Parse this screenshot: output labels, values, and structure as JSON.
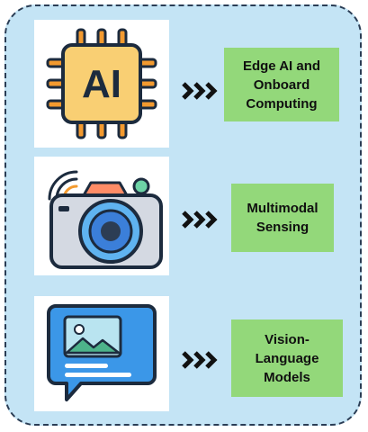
{
  "items": [
    {
      "name": "edge-ai",
      "icon": "ai-chip-icon",
      "icon_text": "AI",
      "label": "Edge AI and Onboard Computing"
    },
    {
      "name": "multimodal-sensing",
      "icon": "camera-icon",
      "label": "Multimodal Sensing"
    },
    {
      "name": "vision-language",
      "icon": "image-chat-icon",
      "label": "Vision-Language Models"
    }
  ],
  "colors": {
    "frame_bg": "#c4e4f5",
    "frame_border": "#2a3d55",
    "label_bg": "#93d87a",
    "chip_body": "#f9cf73",
    "chip_pins": "#f39a2f",
    "camera_body": "#d4d9e2",
    "camera_top": "#ff8c66",
    "lens_ring": "#5fb3f0",
    "chat_bubble": "#3b97e8",
    "outline": "#1c2b3e"
  }
}
